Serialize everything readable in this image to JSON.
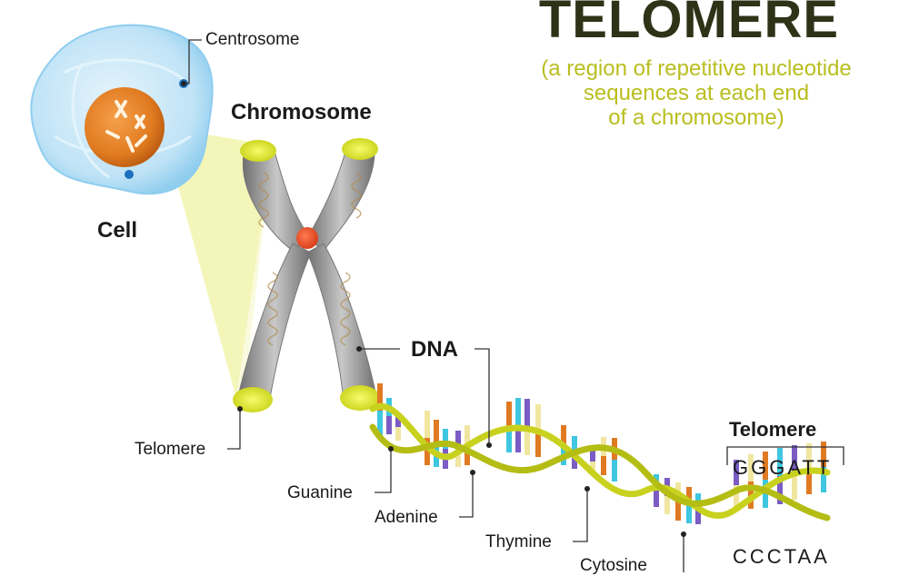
{
  "title": "TELOMERE",
  "subtitle_lines": [
    "(a region of repetitive nucleotide",
    "sequences at each end",
    "of a chromosome)"
  ],
  "labels": {
    "centrosome": "Centrosome",
    "chromosome": "Chromosome",
    "cell": "Cell",
    "dna": "DNA",
    "telomere_left": "Telomere",
    "telomere_right": "Telomere",
    "guanine": "Guanine",
    "adenine": "Adenine",
    "thymine": "Thymine",
    "cytosine": "Cytosine"
  },
  "sequence": {
    "top": "GGGATT",
    "bottom": "CCCTAA"
  },
  "colors": {
    "title": "#2e3318",
    "subtitle": "#b9be1f",
    "backbone": "#c8d21e",
    "adenine": "#7a5cc4",
    "thymine": "#f0e6a0",
    "guanine": "#e07a22",
    "cytosine": "#3fc6e0",
    "chromosome": "#8a8a8a",
    "cell": "#bfe3f6",
    "nucleus": "#e07a20"
  }
}
